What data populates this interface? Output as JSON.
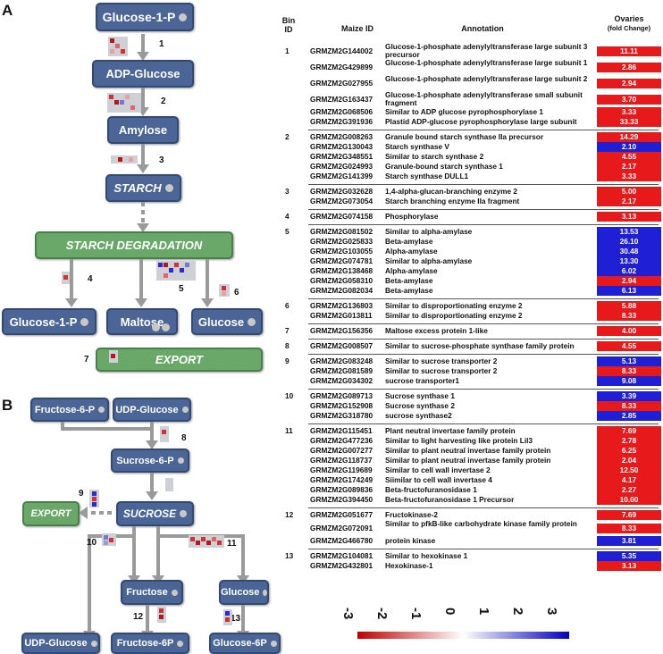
{
  "panels": {
    "a": "A",
    "b": "B"
  },
  "pathway_a": {
    "glc1p": "Glucose-1-P",
    "adpglc": "ADP-Glucose",
    "amylose": "Amylose",
    "starch": "STARCH",
    "degradation": "STARCH DEGRADATION",
    "glc1p_out": "Glucose-1-P",
    "maltose": "Maltose",
    "glucose": "Glucose",
    "export": "EXPORT",
    "bins": [
      "1",
      "2",
      "3",
      "4",
      "5",
      "6",
      "7"
    ]
  },
  "pathway_b": {
    "f6p": "Fructose-6-P",
    "udpglc": "UDP-Glucose",
    "s6p": "Sucrose-6-P",
    "export": "EXPORT",
    "sucrose": "SUCROSE",
    "fructose": "Fructose",
    "glucose": "Glucose",
    "udpglc_out": "UDP-Glucose",
    "f6p_out": "Fructose-6P",
    "g6p_out": "Glucose-6P",
    "bins": [
      "8",
      "9",
      "10",
      "11",
      "12",
      "13"
    ]
  },
  "table": {
    "headers": {
      "bin": "Bin ID",
      "maize": "Maize ID",
      "annotation": "Annotation",
      "ovaries": "Ovaries",
      "fold": "(fold Change)"
    },
    "colors": {
      "red": "#e8191b",
      "blue": "#1f1fd6"
    },
    "rows": [
      {
        "bin": "1",
        "id": "GRMZM2G144002",
        "ann": "Glucose-1-phosphate adenylyltransferase large subunit 3 precursor",
        "val": "11.11",
        "c": "red"
      },
      {
        "bin": "",
        "id": "GRMZM2G429899",
        "ann": "Glucose-1-phosphate adenylyltransferase large subunit 1",
        "val": "2.86",
        "c": "red"
      },
      {
        "bin": "",
        "id": "GRMZM2G027955",
        "ann": "Glucose-1-phosphate adenylyltransferase large subunit 2",
        "val": "2.94",
        "c": "red"
      },
      {
        "bin": "",
        "id": "GRMZM2G163437",
        "ann": "Glucose-1-phosphate adenylyltransferase small subunit fragment",
        "val": "3.70",
        "c": "red"
      },
      {
        "bin": "",
        "id": "GRMZM2G068506",
        "ann": "Similar to ADP glucose pyrophosphorylase 1",
        "val": "3.33",
        "c": "red"
      },
      {
        "bin": "",
        "id": "GRMZM2G391936",
        "ann": "Plastid ADP-glucose pyrophosphorylase large subunit",
        "val": "33.33",
        "c": "red"
      },
      {
        "bin": "2",
        "id": "GRMZM2G008263",
        "ann": "Granule bound starch synthase IIa precursor",
        "val": "14.29",
        "c": "red"
      },
      {
        "bin": "",
        "id": "GRMZM2G130043",
        "ann": "Starch synthase V",
        "val": "2.10",
        "c": "blue"
      },
      {
        "bin": "",
        "id": "GRMZM2G348551",
        "ann": "Similar to starch synthase 2",
        "val": "4.55",
        "c": "red"
      },
      {
        "bin": "",
        "id": "GRMZM2G024993",
        "ann": "Granule-bound starch synthase 1",
        "val": "2.17",
        "c": "red"
      },
      {
        "bin": "",
        "id": "GRMZM2G141399",
        "ann": "Starch synthase DULL1",
        "val": "3.33",
        "c": "red"
      },
      {
        "bin": "3",
        "id": "GRMZM2G032628",
        "ann": "1,4-alpha-glucan-branching enzyme 2",
        "val": "5.00",
        "c": "red"
      },
      {
        "bin": "",
        "id": "GRMZM2G073054",
        "ann": "Starch branching enzyme IIa fragment",
        "val": "2.17",
        "c": "red"
      },
      {
        "bin": "4",
        "id": "GRMZM2G074158",
        "ann": "Phosphorylase",
        "val": "3.13",
        "c": "red"
      },
      {
        "bin": "5",
        "id": "GRMZM2G081502",
        "ann": "Similar to alpha-amylase",
        "val": "13.53",
        "c": "blue"
      },
      {
        "bin": "",
        "id": "GRMZM2G025833",
        "ann": "Beta-amylase",
        "val": "26.10",
        "c": "blue"
      },
      {
        "bin": "",
        "id": "GRMZM2G103055",
        "ann": "Alpha-amylase",
        "val": "30.48",
        "c": "blue"
      },
      {
        "bin": "",
        "id": "GRMZM2G074781",
        "ann": "Similar to alpha-amylase",
        "val": "13.30",
        "c": "blue"
      },
      {
        "bin": "",
        "id": "GRMZM2G138468",
        "ann": "Alpha-amylase",
        "val": "6.02",
        "c": "blue"
      },
      {
        "bin": "",
        "id": "GRMZM2G058310",
        "ann": "Beta-amylase",
        "val": "2.94",
        "c": "red"
      },
      {
        "bin": "",
        "id": "GRMZM2G082034",
        "ann": "Beta-amylase",
        "val": "6.13",
        "c": "blue"
      },
      {
        "bin": "6",
        "id": "GRMZM2G136803",
        "ann": "Similar to disproportionating enzyme 2",
        "val": "5.88",
        "c": "red"
      },
      {
        "bin": "",
        "id": "GRMZM2G013811",
        "ann": "Similar to disproportionating enzyme 2",
        "val": "8.33",
        "c": "red"
      },
      {
        "bin": "7",
        "id": "GRMZM2G156356",
        "ann": "Maltose excess protein 1-like",
        "val": "4.00",
        "c": "red"
      },
      {
        "bin": "8",
        "id": "GRMZM2G008507",
        "ann": "Similar to sucrose-phosphate synthase family protein",
        "val": "4.55",
        "c": "red"
      },
      {
        "bin": "9",
        "id": "GRMZM2G083248",
        "ann": "Similar to sucrose transporter 2",
        "val": "5.13",
        "c": "blue"
      },
      {
        "bin": "",
        "id": "GRMZM2G081589",
        "ann": "Similar to sucrose transporter 2",
        "val": "8.33",
        "c": "red"
      },
      {
        "bin": "",
        "id": "GRMZM2G034302",
        "ann": "sucrose transporter1",
        "val": "9.08",
        "c": "blue"
      },
      {
        "bin": "10",
        "id": "GRMZM2G089713",
        "ann": "Sucrose synthase 1",
        "val": "3.39",
        "c": "blue"
      },
      {
        "bin": "",
        "id": "GRMZM2G152908",
        "ann": "Sucrose synthase 2",
        "val": "8.33",
        "c": "red"
      },
      {
        "bin": "",
        "id": "GRMZM2G318780",
        "ann": "sucrose synthase2",
        "val": "2.85",
        "c": "blue"
      },
      {
        "bin": "11",
        "id": "GRMZM2G115451",
        "ann": "Plant neutral invertase family protein",
        "val": "7.69",
        "c": "red"
      },
      {
        "bin": "",
        "id": "GRMZM2G477236",
        "ann": "Similar to light harvesting like protein Lil3",
        "val": "2.78",
        "c": "red"
      },
      {
        "bin": "",
        "id": "GRMZM2G007277",
        "ann": "Similar to plant neutral invertase family protein",
        "val": "6.25",
        "c": "red"
      },
      {
        "bin": "",
        "id": "GRMZM2G118737",
        "ann": "Similar to plant neutral invertase family protein",
        "val": "2.04",
        "c": "red"
      },
      {
        "bin": "",
        "id": "GRMZM2G119689",
        "ann": "Similar to cell wall invertase 2",
        "val": "12.50",
        "c": "red"
      },
      {
        "bin": "",
        "id": "GRMZM2G174249",
        "ann": "Siimilar to cell wall invertase 4",
        "val": "4.17",
        "c": "red"
      },
      {
        "bin": "",
        "id": "GRMZM2G089836",
        "ann": "Beta-fructofuranosidase 1",
        "val": "2.27",
        "c": "red"
      },
      {
        "bin": "",
        "id": "GRMZM2G394450",
        "ann": "Beta-fructofuranosidase 1 Precursor",
        "val": "10.00",
        "c": "red"
      },
      {
        "bin": "12",
        "id": "GRMZM2G051677",
        "ann": "Fructokinase-2",
        "val": "7.69",
        "c": "red"
      },
      {
        "bin": "",
        "id": "GRMZM2G072091",
        "ann": "Similar to pfkB-like carbohydrate kinase family protein",
        "val": "8.33",
        "c": "red"
      },
      {
        "bin": "",
        "id": "GRMZM2G466780",
        "ann": "protein kinase",
        "val": "3.81",
        "c": "blue"
      },
      {
        "bin": "13",
        "id": "GRMZM2G104081",
        "ann": "Similar to hexokinase 1",
        "val": "5.35",
        "c": "blue"
      },
      {
        "bin": "",
        "id": "GRMZM2G432801",
        "ann": "Hexokinase-1",
        "val": "3.13",
        "c": "red"
      }
    ]
  },
  "scale": {
    "ticks": [
      "-3",
      "-2",
      "-1",
      "0",
      "1",
      "2",
      "3"
    ]
  }
}
